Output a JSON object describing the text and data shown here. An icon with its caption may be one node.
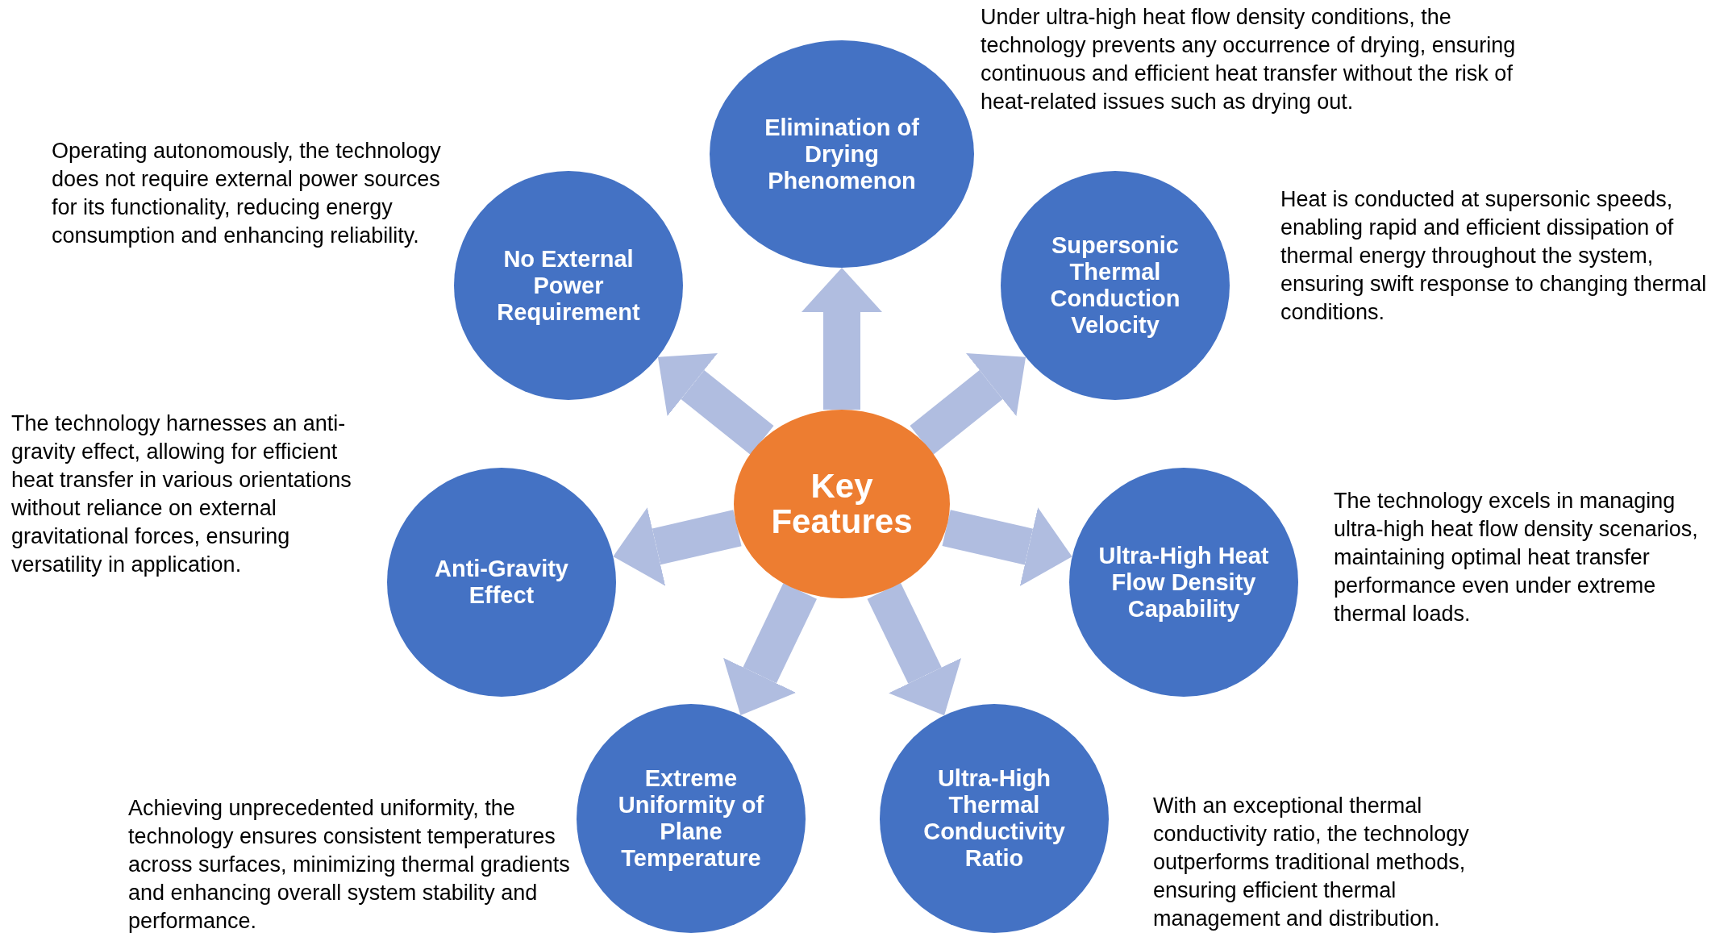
{
  "diagram": {
    "nodes": [
      {
        "text": [
          "Key Features"
        ]
      },
      {
        "text": [
          "Elimination of Drying Phenomenon"
        ],
        "beside": [
          "Under ultra-high heat flow density conditions, the technology prevents any occurrence of drying, ensuring continuous and efficient heat transfer without the risk of heat-related issues such as drying out."
        ]
      },
      {
        "text": [
          "Supersonic Thermal Conduction Velocity"
        ],
        "beside": [
          "Heat is conducted at supersonic speeds, enabling rapid and efficient dissipation of thermal energy throughout the system, ensuring swift response to changing thermal conditions."
        ]
      },
      {
        "text": [
          "Ultra-High Heat Flow Density Capability"
        ],
        "beside": [
          "The technology excels in managing ultra-high heat flow density scenarios, maintaining optimal heat transfer performance even under extreme thermal loads."
        ]
      },
      {
        "text": [
          "Ultra-High Thermal Conductivity Ratio"
        ],
        "beside": [
          "With an exceptional thermal conductivity ratio, the technology outperforms traditional methods, ensuring efficient thermal management and distribution."
        ]
      },
      {
        "text": [
          "Extreme Uniformity of Plane Temperature"
        ],
        "beside": [
          "Achieving unprecedented uniformity, the technology ensures consistent temperatures across surfaces, minimizing thermal gradients and enhancing overall system stability and performance."
        ]
      },
      {
        "text": [
          "Anti-Gravity Effect"
        ],
        "beside": [
          "The technology harnesses an anti-gravity effect, allowing for efficient heat transfer in various orientations without reliance on external gravitational forces, ensuring versatility in application."
        ]
      },
      {
        "text": [
          "No External Power Requirement"
        ],
        "beside": [
          "Operating autonomously, the technology does not require external power sources for its functionality, reducing energy consumption and enhancing reliability."
        ]
      }
    ],
    "edges": [
      {
        "from": 0,
        "to": 1,
        "arrow": "to"
      },
      {
        "from": 0,
        "to": 2,
        "arrow": "to"
      },
      {
        "from": 0,
        "to": 3,
        "arrow": "to"
      },
      {
        "from": 0,
        "to": 4,
        "arrow": "to"
      },
      {
        "from": 0,
        "to": 5,
        "arrow": "to"
      },
      {
        "from": 0,
        "to": 6,
        "arrow": "to"
      },
      {
        "from": 0,
        "to": 7,
        "arrow": "to"
      }
    ]
  }
}
